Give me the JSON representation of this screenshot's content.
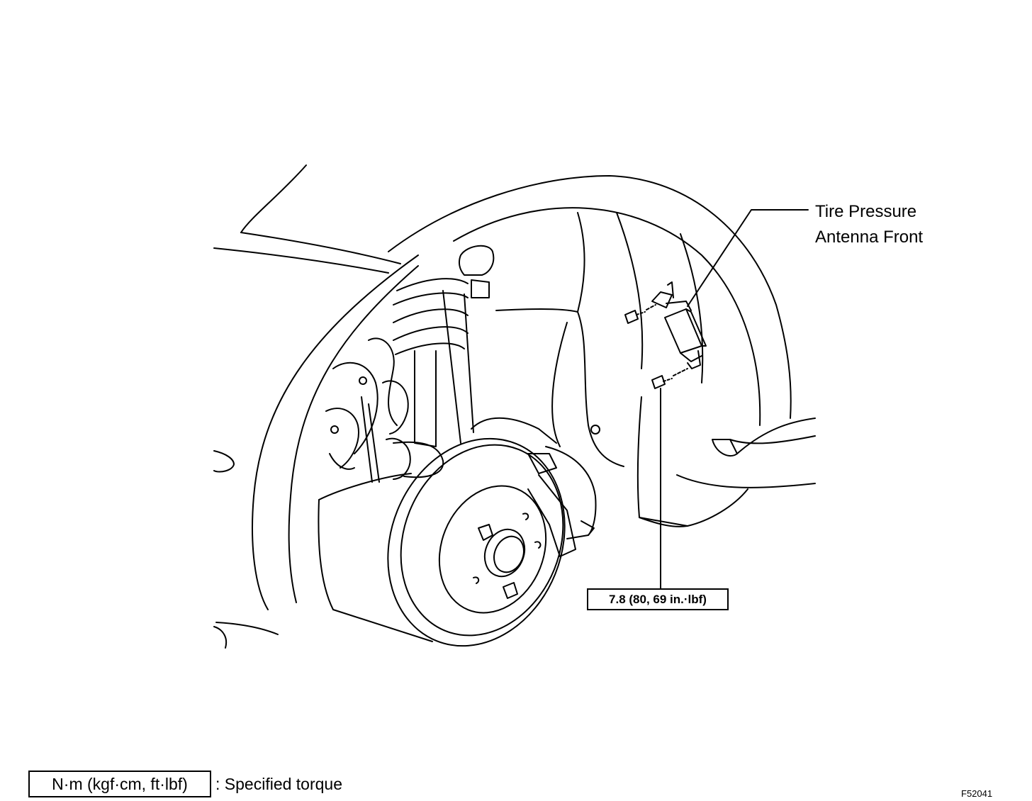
{
  "diagram": {
    "component_label_line1": "Tire Pressure",
    "component_label_line2": "Antenna Front",
    "torque_value": "7.8 (80, 69 in.·lbf)",
    "legend_unit": "N·m (kgf·cm, ft·lbf)",
    "legend_text": ": Specified torque",
    "figure_code": "F52041"
  },
  "icons": {
    "wheel_hub": "disc-brake-rotor-icon",
    "antenna": "tire-pressure-antenna-icon",
    "bolt": "bolt-icon"
  },
  "colors": {
    "line": "#000000",
    "background": "#ffffff"
  }
}
